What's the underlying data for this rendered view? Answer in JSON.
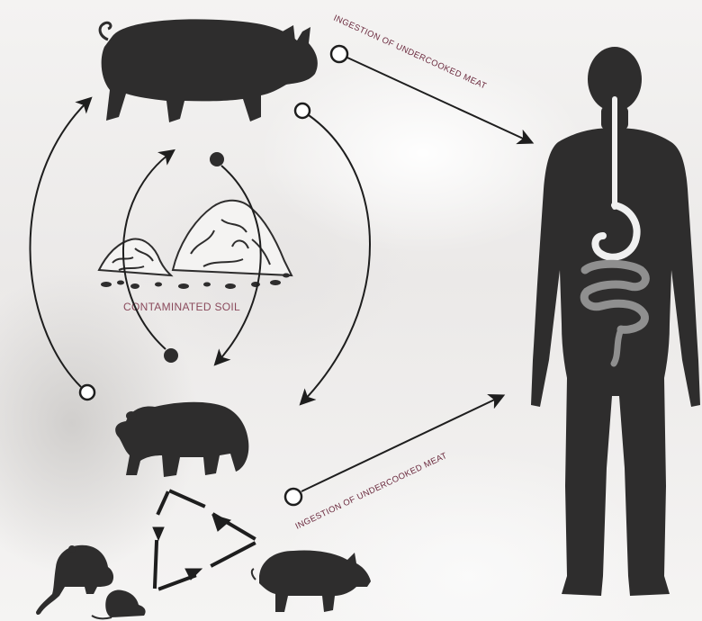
{
  "labels": {
    "ingestion_top": "INGESTION OF UNDERCOOKED MEAT",
    "ingestion_bottom": "INGESTION OF UNDERCOOKED MEAT",
    "soil": "CONTAMINATED SOIL"
  },
  "nodes": {
    "pig": "pig",
    "human": "human",
    "bear": "bear",
    "wild_boar": "wild-boar",
    "rodents": "rodents",
    "soil": "soil"
  },
  "colors": {
    "silhouette": "#2e2d2d",
    "label": "#6b2a3e",
    "soil_label": "#8a4a5c",
    "intestine": "#8f8f8f",
    "arrow": "#1e1e1e"
  }
}
